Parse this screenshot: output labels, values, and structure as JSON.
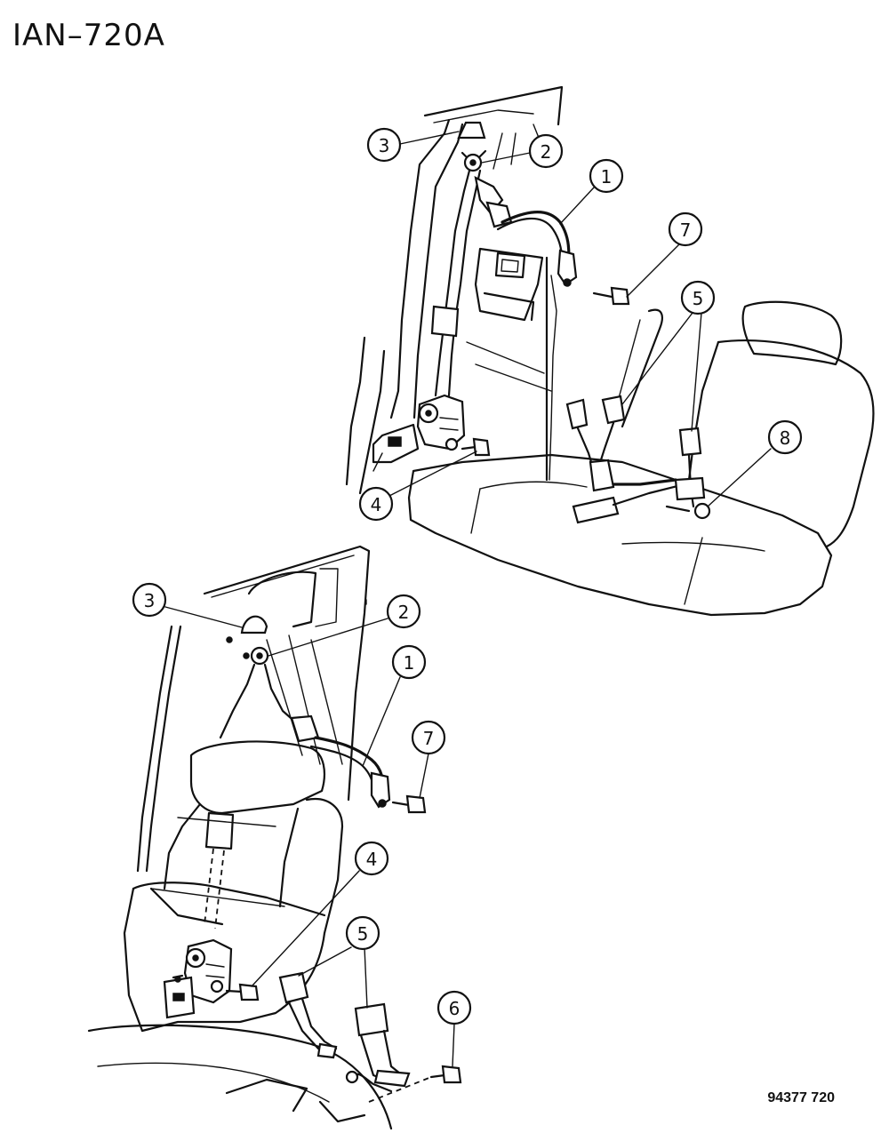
{
  "header": {
    "code": "IAN–720A"
  },
  "footer": {
    "code": "94377 720"
  },
  "callouts": {
    "top_1": "1",
    "top_2": "2",
    "top_3": "3",
    "top_4": "4",
    "top_5": "5",
    "top_7": "7",
    "top_8": "8",
    "bottom_1": "1",
    "bottom_2": "2",
    "bottom_3": "3",
    "bottom_4": "4",
    "bottom_5": "5",
    "bottom_6": "6",
    "bottom_7": "7"
  }
}
